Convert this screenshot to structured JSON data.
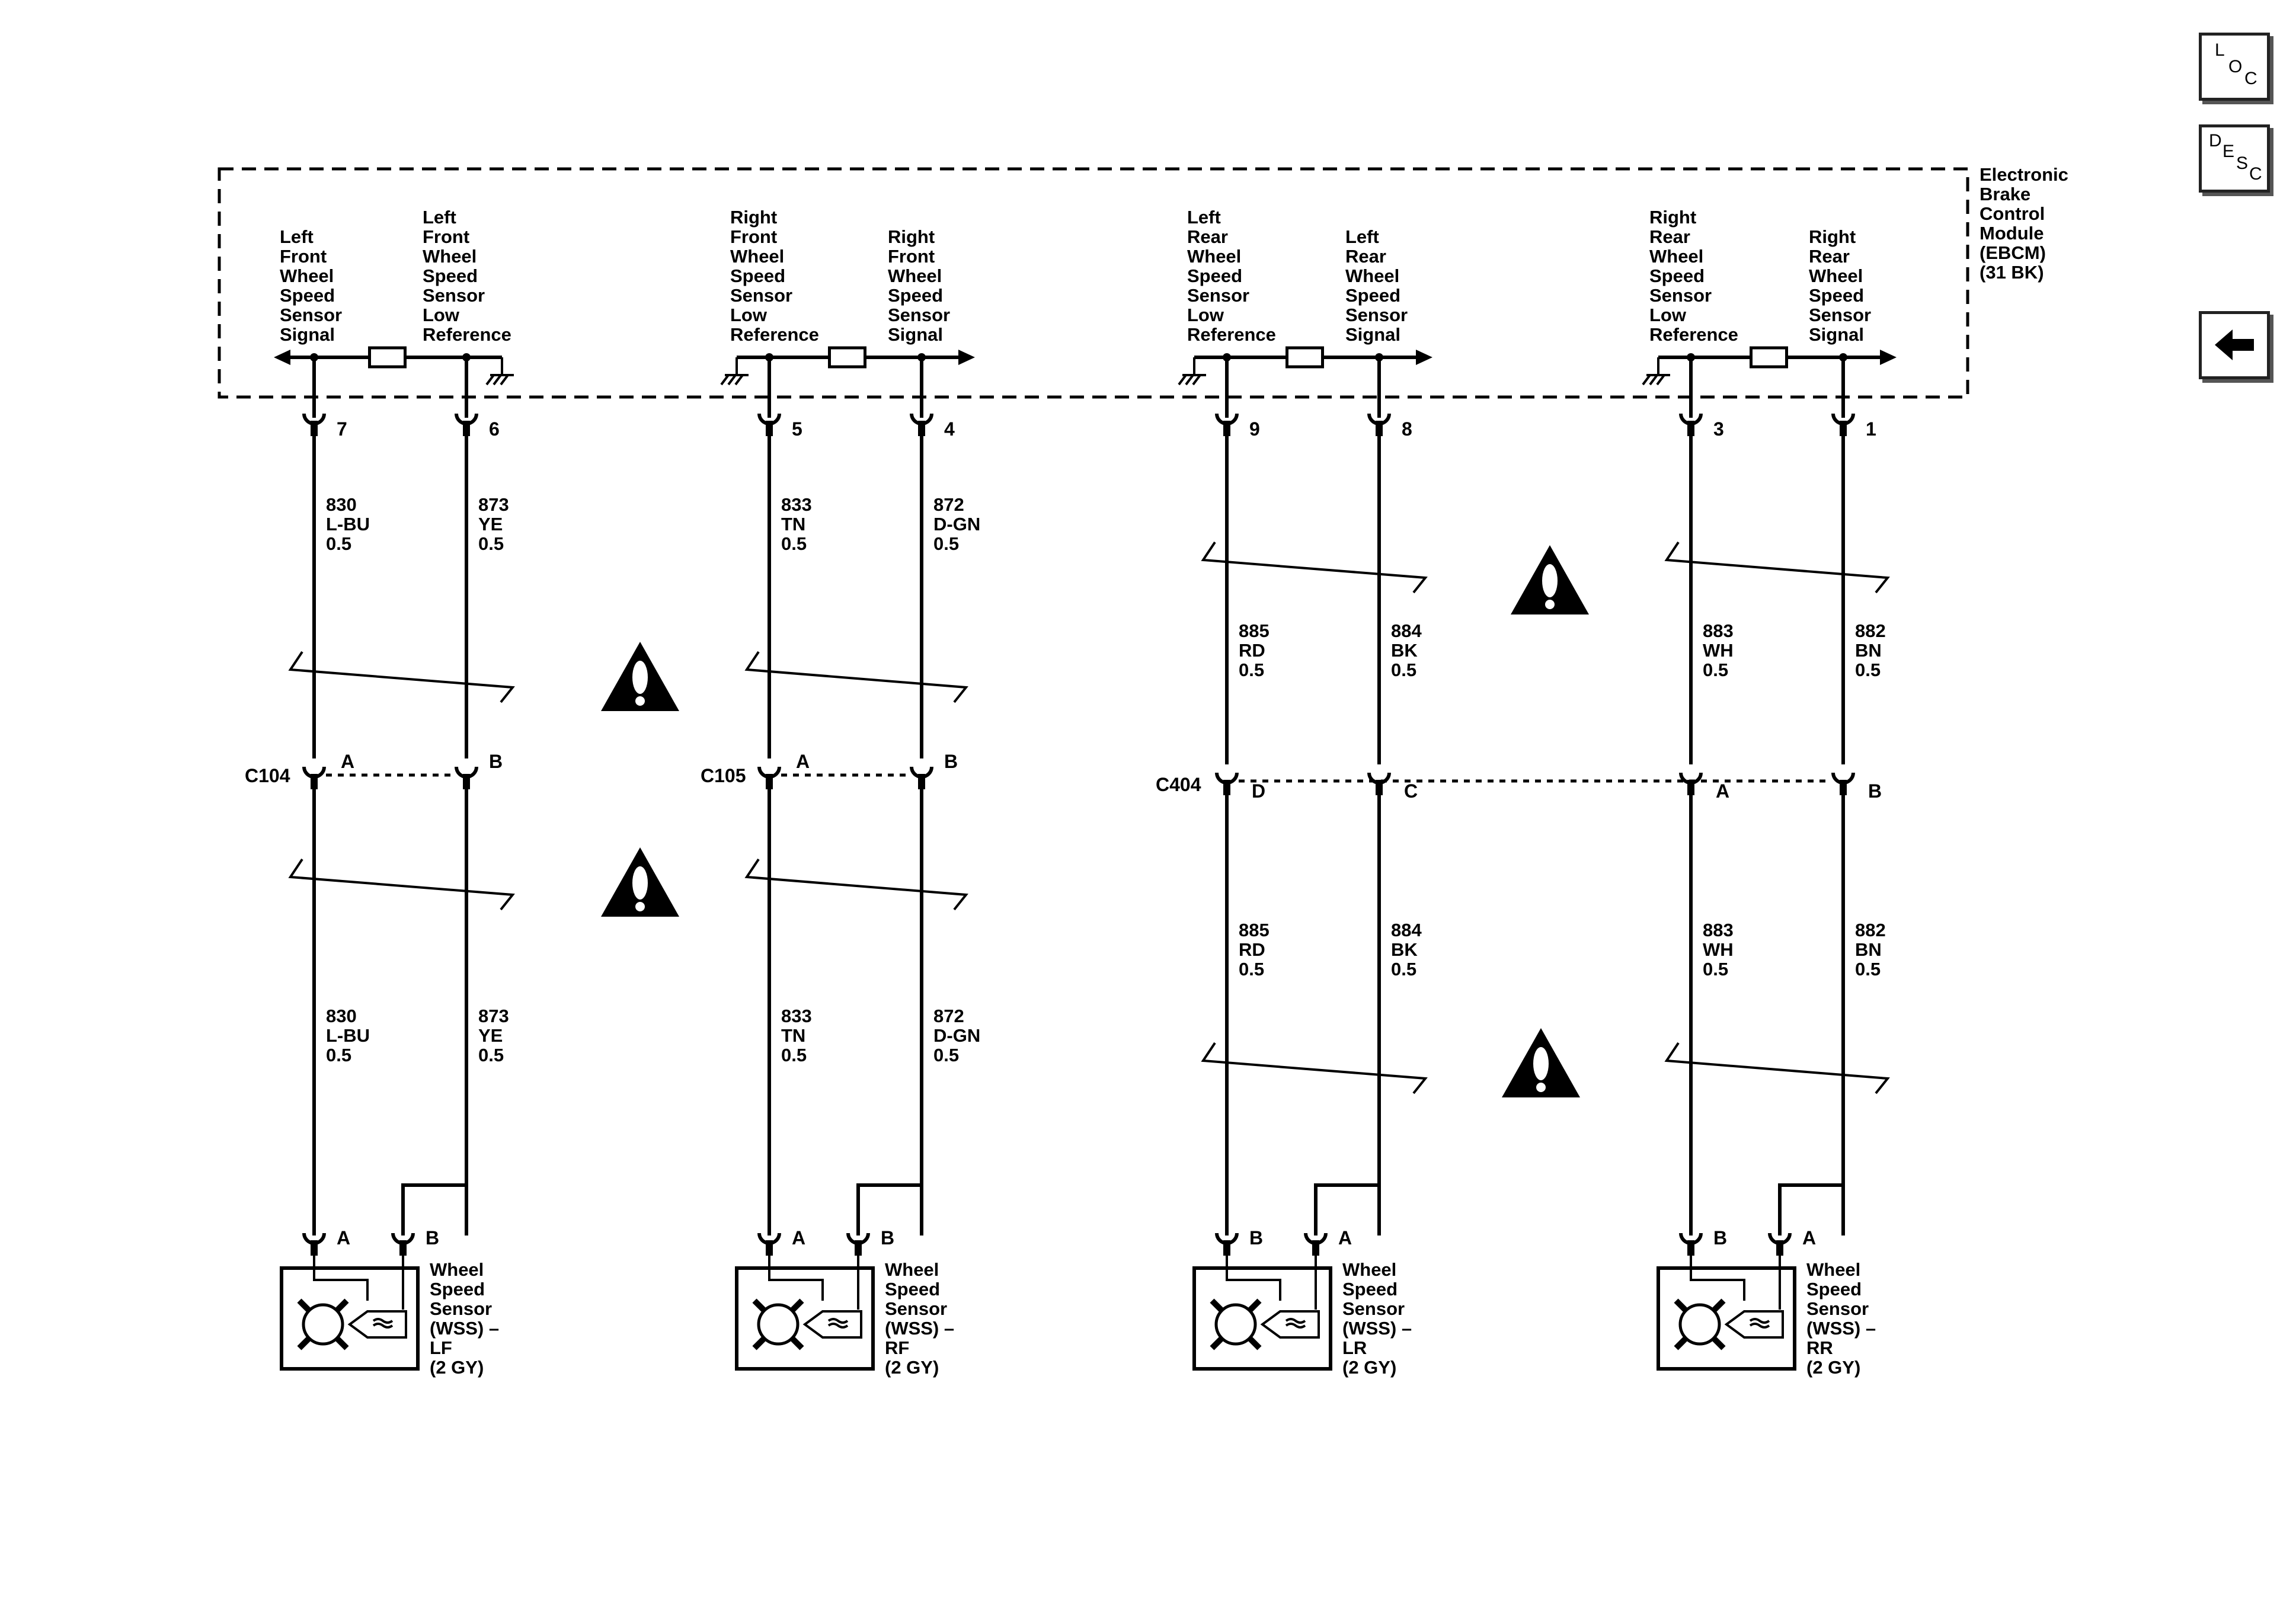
{
  "module": {
    "lines": [
      "Electronic",
      "Brake",
      "Control",
      "Module",
      "(EBCM)",
      "(31 BK)"
    ]
  },
  "nav": {
    "loc": [
      "L",
      "O",
      "C"
    ],
    "desc": [
      "D",
      "E",
      "S",
      "C"
    ],
    "back_icon": "left-arrow-icon"
  },
  "ebcm_labels": [
    {
      "id": "lf-signal",
      "lines": [
        "Left",
        "Front",
        "Wheel",
        "Speed",
        "Sensor",
        "Signal"
      ]
    },
    {
      "id": "lf-lowref",
      "lines": [
        "Left",
        "Front",
        "Wheel",
        "Speed",
        "Sensor",
        "Low",
        "Reference"
      ]
    },
    {
      "id": "rf-lowref",
      "lines": [
        "Right",
        "Front",
        "Wheel",
        "Speed",
        "Sensor",
        "Low",
        "Reference"
      ]
    },
    {
      "id": "rf-signal",
      "lines": [
        "Right",
        "Front",
        "Wheel",
        "Speed",
        "Sensor",
        "Signal"
      ]
    },
    {
      "id": "lr-lowref",
      "lines": [
        "Left",
        "Rear",
        "Wheel",
        "Speed",
        "Sensor",
        "Low",
        "Reference"
      ]
    },
    {
      "id": "lr-signal",
      "lines": [
        "Left",
        "Rear",
        "Wheel",
        "Speed",
        "Sensor",
        "Signal"
      ]
    },
    {
      "id": "rr-lowref",
      "lines": [
        "Right",
        "Rear",
        "Wheel",
        "Speed",
        "Sensor",
        "Low",
        "Reference"
      ]
    },
    {
      "id": "rr-signal",
      "lines": [
        "Right",
        "Rear",
        "Wheel",
        "Speed",
        "Sensor",
        "Signal"
      ]
    }
  ],
  "ebcm_pins": [
    "7",
    "6",
    "5",
    "4",
    "9",
    "8",
    "3",
    "1"
  ],
  "wires_upper": [
    {
      "circuit": "830",
      "color": "L-BU",
      "gauge": "0.5"
    },
    {
      "circuit": "873",
      "color": "YE",
      "gauge": "0.5"
    },
    {
      "circuit": "833",
      "color": "TN",
      "gauge": "0.5"
    },
    {
      "circuit": "872",
      "color": "D-GN",
      "gauge": "0.5"
    },
    {
      "circuit": "885",
      "color": "RD",
      "gauge": "0.5"
    },
    {
      "circuit": "884",
      "color": "BK",
      "gauge": "0.5"
    },
    {
      "circuit": "883",
      "color": "WH",
      "gauge": "0.5"
    },
    {
      "circuit": "882",
      "color": "BN",
      "gauge": "0.5"
    }
  ],
  "wires_lower": [
    {
      "circuit": "830",
      "color": "L-BU",
      "gauge": "0.5"
    },
    {
      "circuit": "873",
      "color": "YE",
      "gauge": "0.5"
    },
    {
      "circuit": "833",
      "color": "TN",
      "gauge": "0.5"
    },
    {
      "circuit": "872",
      "color": "D-GN",
      "gauge": "0.5"
    },
    {
      "circuit": "885",
      "color": "RD",
      "gauge": "0.5"
    },
    {
      "circuit": "884",
      "color": "BK",
      "gauge": "0.5"
    },
    {
      "circuit": "883",
      "color": "WH",
      "gauge": "0.5"
    },
    {
      "circuit": "882",
      "color": "BN",
      "gauge": "0.5"
    }
  ],
  "inline_connectors": [
    {
      "name": "C104",
      "pins": [
        "A",
        "B"
      ]
    },
    {
      "name": "C105",
      "pins": [
        "A",
        "B"
      ]
    },
    {
      "name": "C404",
      "pins": [
        "D",
        "C",
        "A",
        "B"
      ]
    }
  ],
  "sensors": [
    {
      "id": "lf",
      "pins": [
        "A",
        "B"
      ],
      "lines": [
        "Wheel",
        "Speed",
        "Sensor",
        "(WSS) –",
        "LF",
        "(2 GY)"
      ]
    },
    {
      "id": "rf",
      "pins": [
        "A",
        "B"
      ],
      "lines": [
        "Wheel",
        "Speed",
        "Sensor",
        "(WSS) –",
        "RF",
        "(2 GY)"
      ]
    },
    {
      "id": "lr",
      "pins": [
        "B",
        "A"
      ],
      "lines": [
        "Wheel",
        "Speed",
        "Sensor",
        "(WSS) –",
        "LR",
        "(2 GY)"
      ]
    },
    {
      "id": "rr",
      "pins": [
        "B",
        "A"
      ],
      "lines": [
        "Wheel",
        "Speed",
        "Sensor",
        "(WSS) –",
        "RR",
        "(2 GY)"
      ]
    }
  ],
  "warning_icons": [
    "warning-icon",
    "warning-icon",
    "warning-icon",
    "warning-icon"
  ]
}
